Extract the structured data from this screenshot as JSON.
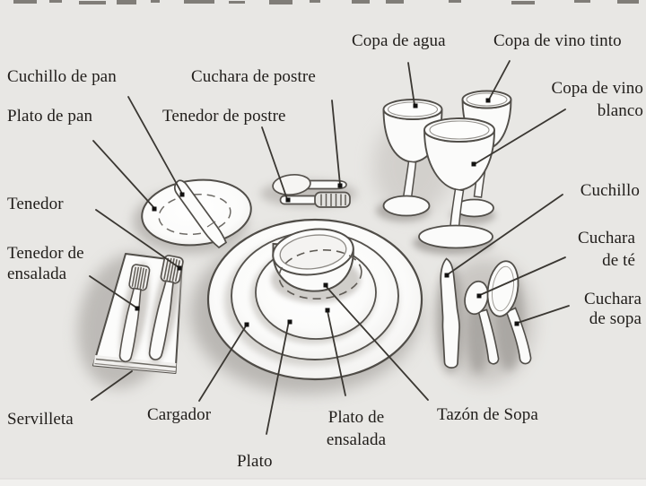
{
  "colors": {
    "background": "#e8e7e4",
    "ink": "#201d1a",
    "leader_line": "#3a3732",
    "object_fill": "#fbfbfa",
    "object_stroke": "#514e49",
    "shadow": "#aeaba7"
  },
  "labels": {
    "bread_knife": "Cuchillo de pan",
    "bread_plate": "Plato de pan",
    "dessert_spoon": "Cuchara de postre",
    "dessert_fork": "Tenedor de postre",
    "water_glass": "Copa de agua",
    "red_wine_glass": "Copa de vino tinto",
    "white_wine_glass_line1": "Copa de vino",
    "white_wine_glass_line2": "blanco",
    "dinner_fork": "Tenedor",
    "salad_fork_line1": "Tenedor de",
    "salad_fork_line2": "ensalada",
    "knife": "Cuchillo",
    "teaspoon_line1": "Cuchara",
    "teaspoon_line2": "de té",
    "soup_spoon_line1": "Cuchara",
    "soup_spoon_line2": "de sopa",
    "napkin": "Servilleta",
    "charger": "Cargador",
    "dinner_plate": "Plato",
    "salad_plate_line1": "Plato de",
    "salad_plate_line2": "ensalada",
    "soup_bowl": "Tazón de Sopa"
  }
}
